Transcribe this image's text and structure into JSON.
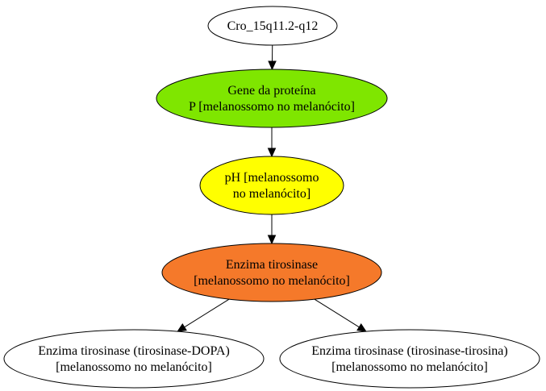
{
  "diagram": {
    "nodes": [
      {
        "id": "n1",
        "lines": [
          "Cro_15q11.2-q12"
        ],
        "fill": "#ffffff"
      },
      {
        "id": "n2",
        "lines": [
          "Gene da proteína",
          "P [melanossomo no melanócito]"
        ],
        "fill": "#7fe600"
      },
      {
        "id": "n3",
        "lines": [
          "pH [melanossomo",
          "no melanócito]"
        ],
        "fill": "#ffff00"
      },
      {
        "id": "n4",
        "lines": [
          "Enzima tirosinase",
          "[melanossomo no melanócito]"
        ],
        "fill": "#f5792a"
      },
      {
        "id": "n5",
        "lines": [
          "Enzima tirosinase (tirosinase-DOPA)",
          "[melanossomo no melanócito]"
        ],
        "fill": "#ffffff"
      },
      {
        "id": "n6",
        "lines": [
          "Enzima tirosinase (tirosinase-tirosina)",
          "[melanossomo no melanócito]"
        ],
        "fill": "#ffffff"
      }
    ],
    "edges": [
      {
        "from": "n1",
        "to": "n2"
      },
      {
        "from": "n2",
        "to": "n3"
      },
      {
        "from": "n3",
        "to": "n4"
      },
      {
        "from": "n4",
        "to": "n5"
      },
      {
        "from": "n4",
        "to": "n6"
      }
    ]
  }
}
